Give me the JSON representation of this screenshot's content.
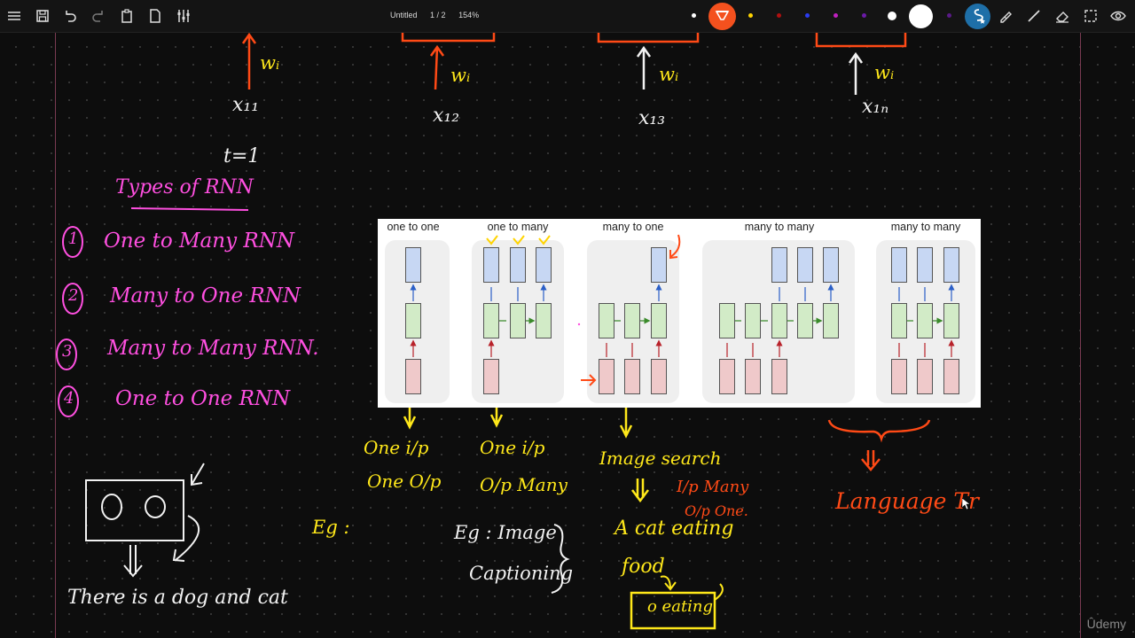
{
  "toolbar": {
    "title": "Untitled",
    "page": "1 / 2",
    "zoom": "154%",
    "icons": [
      "menu-icon",
      "save-icon",
      "undo-icon",
      "redo-icon",
      "clipboard-icon",
      "page-icon",
      "sliders-icon"
    ],
    "colors": [
      "#ffd400",
      "#b01010",
      "#2a3cf0",
      "#c020c0",
      "#6b1aa8",
      "#ffffff"
    ]
  },
  "notes": {
    "x11": "x₁₁",
    "x12": "x₁₂",
    "x13": "x₁₃",
    "x1n": "x₁ₙ",
    "wi": "wᵢ",
    "t1": "t=1",
    "types_heading": "Types of RNN",
    "list": [
      {
        "num": "1",
        "text": "One to Many RNN"
      },
      {
        "num": "2",
        "text": "Many to One RNN"
      },
      {
        "num": "3",
        "text": "Many to Many RNN."
      },
      {
        "num": "4",
        "text": "One to One RNN"
      }
    ],
    "one_io_1": "One i/p",
    "one_io_2": "One O/p",
    "one_many_1": "One i/p",
    "one_many_2": "O/p Many",
    "image_search": "Image search",
    "ip_many": "I/p Many",
    "op_one": "O/p One.",
    "cat_eating": "A cat eating",
    "food": "food",
    "o_eating": "o eating",
    "eg1": "Eg :",
    "eg2": "Eg : Image",
    "captioning": "Captioning",
    "language": "Language Tr",
    "caption_text": "There is a dog and cat"
  },
  "figure": {
    "titles": [
      "one to one",
      "one to many",
      "many to one",
      "many to many",
      "many to many"
    ]
  },
  "watermark": "Ûdemy"
}
